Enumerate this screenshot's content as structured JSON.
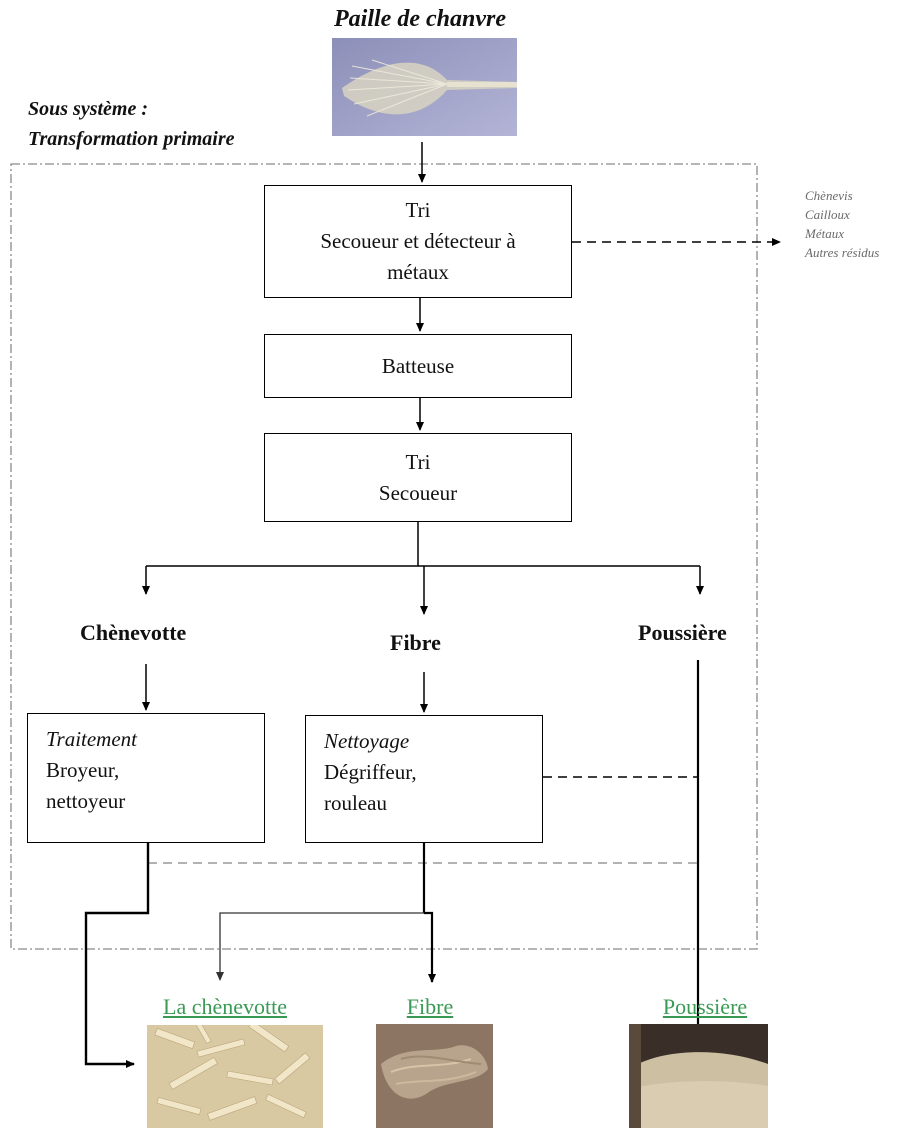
{
  "input": {
    "title": "Paille de chanvre",
    "image_icon": "hemp-straw-photo"
  },
  "subsystem": {
    "line1": "Sous système :",
    "line2": "Transformation primaire"
  },
  "steps": {
    "tri1": {
      "line1": "Tri",
      "line2": "Secoueur et détecteur à",
      "line3": "métaux"
    },
    "batteuse": {
      "line1": "Batteuse"
    },
    "tri2": {
      "line1": "Tri",
      "line2": "Secoueur"
    }
  },
  "waste": [
    "Chènevis",
    "Cailloux",
    "Métaux",
    "Autres résidus"
  ],
  "branches": {
    "chenevotte": "Chènevotte",
    "fibre": "Fibre",
    "poussiere": "Poussière"
  },
  "treatments": {
    "traitement": {
      "title": "Traitement",
      "line1": "Broyeur,",
      "line2": "nettoyeur"
    },
    "nettoyage": {
      "title": "Nettoyage",
      "line1": "Dégriffeur,",
      "line2": "rouleau"
    }
  },
  "outputs": {
    "chenevotte": {
      "label": "La chènevotte",
      "image_icon": "hemp-shives-photo"
    },
    "fibre": {
      "label": "Fibre",
      "image_icon": "hemp-fibre-photo"
    },
    "poussiere": {
      "label": "Poussière",
      "image_icon": "hemp-dust-photo"
    }
  },
  "colors": {
    "output_label": "#3a9a55",
    "waste_text": "#6a6a6a",
    "system_border": "#8a8a8a"
  }
}
